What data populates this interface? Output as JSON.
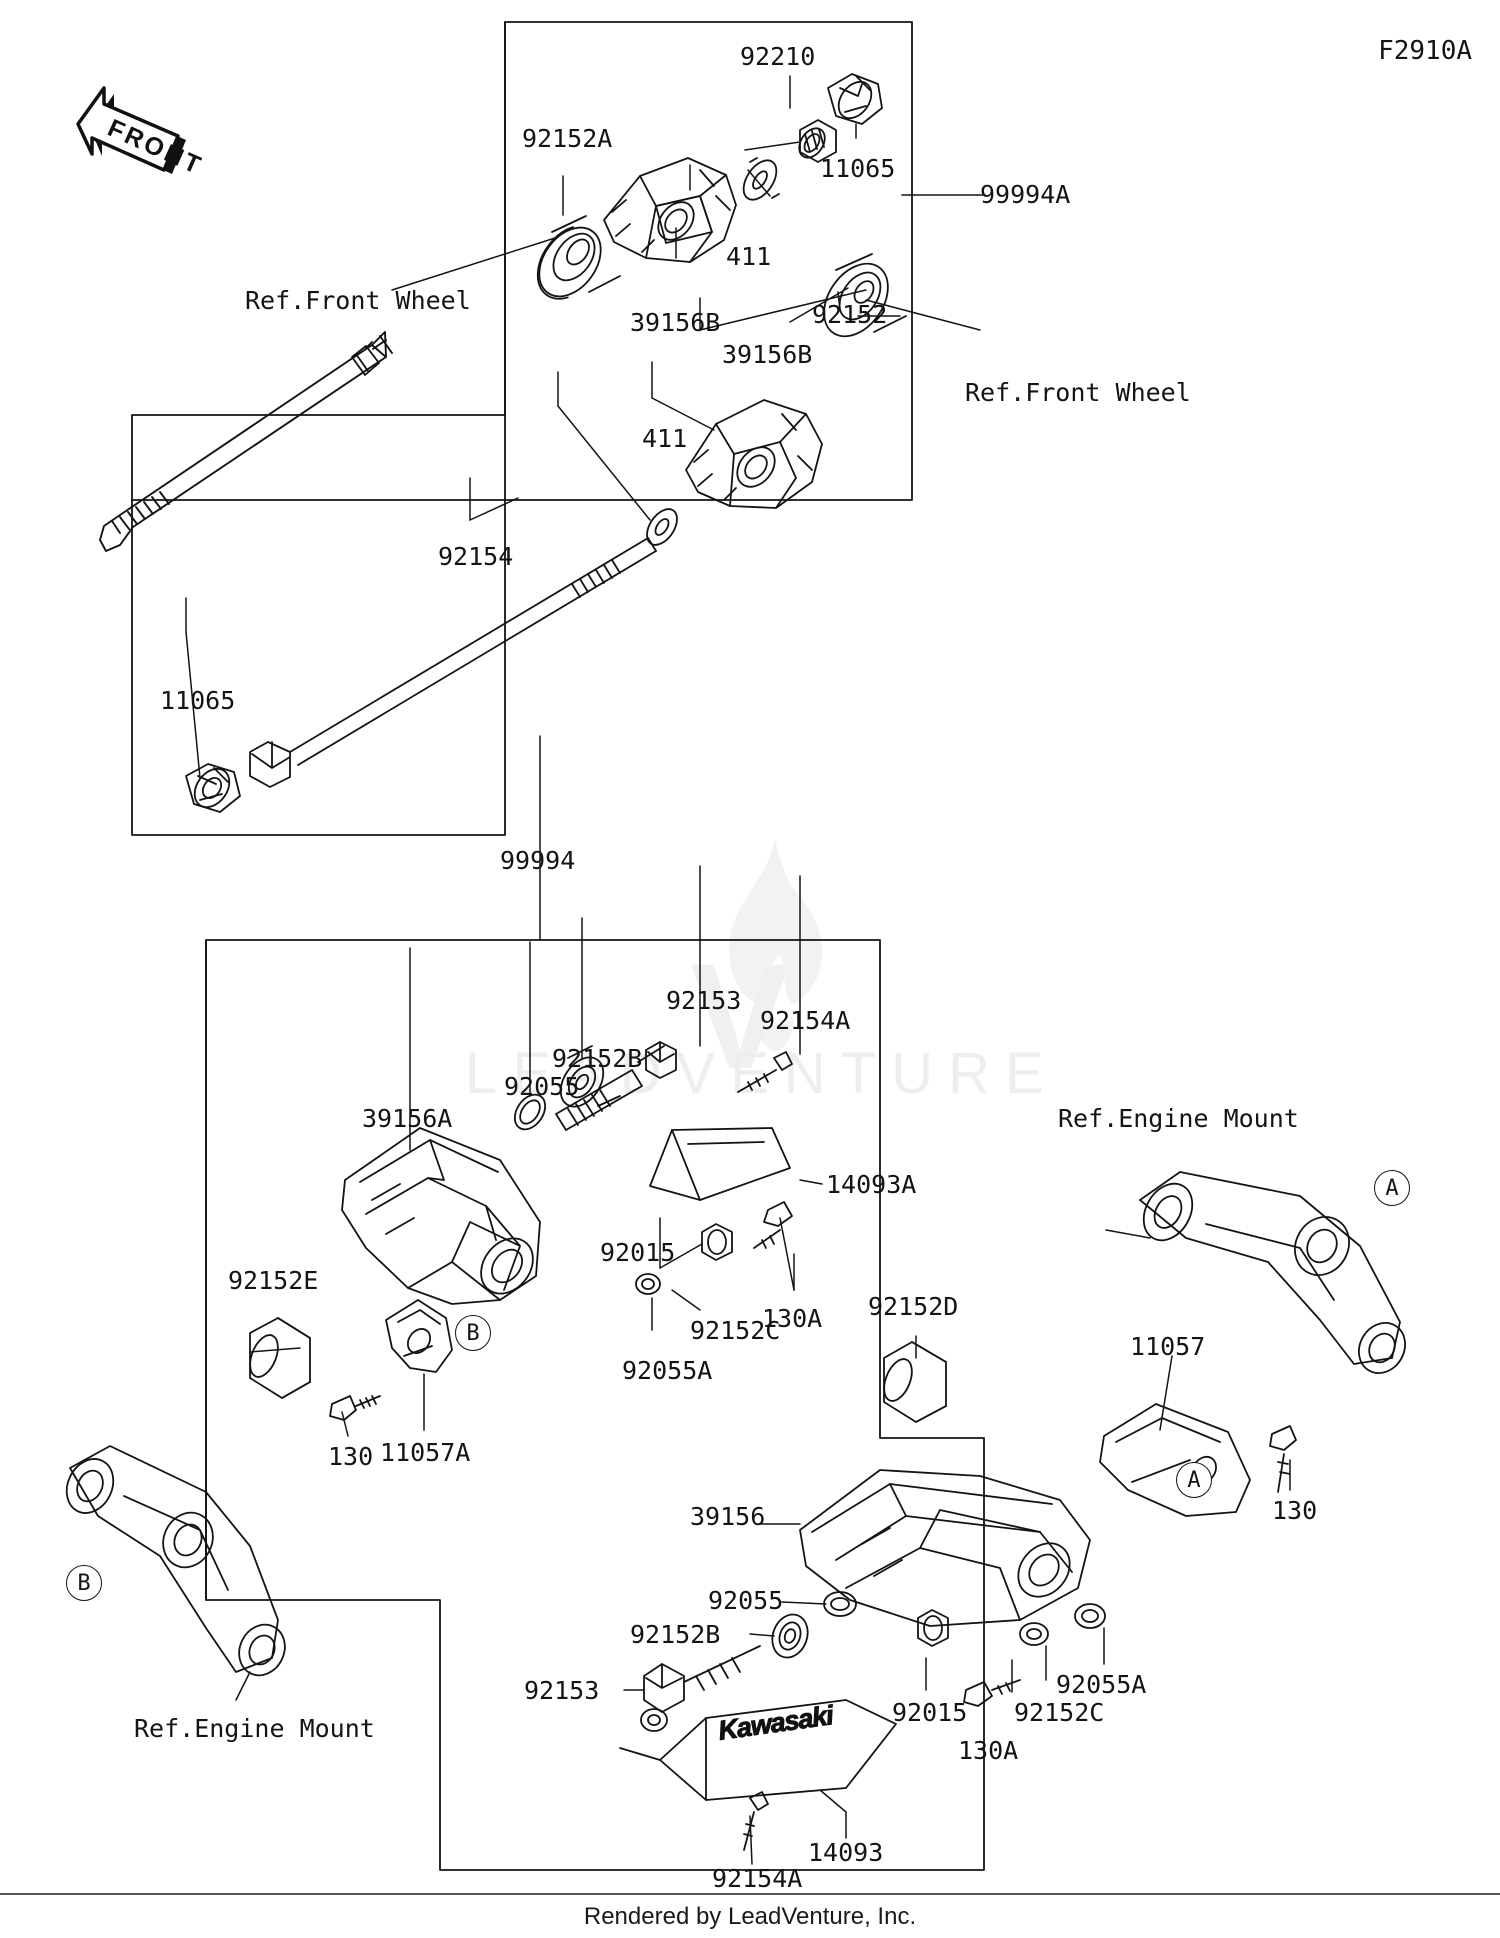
{
  "diagram": {
    "code": "F2910A",
    "front_arrow_label": "FRONT",
    "brand_plate_text": "Kawasaki",
    "watermark_text": "LEADVENTURE"
  },
  "footer": {
    "credit": "Rendered by LeadVenture, Inc."
  },
  "upper_assembly": {
    "assembly_number": "99994A",
    "ref_front_wheel_left": "Ref.Front Wheel",
    "ref_front_wheel_right": "Ref.Front Wheel",
    "parts": [
      {
        "id": "p92152A",
        "number": "92152A"
      },
      {
        "id": "p92210",
        "number": "92210"
      },
      {
        "id": "p11065t",
        "number": "11065"
      },
      {
        "id": "p411t",
        "number": "411"
      },
      {
        "id": "p39156Bt",
        "number": "39156B"
      },
      {
        "id": "p92152",
        "number": "92152"
      },
      {
        "id": "p39156Bb",
        "number": "39156B"
      },
      {
        "id": "p411b",
        "number": "411"
      },
      {
        "id": "p92154",
        "number": "92154"
      },
      {
        "id": "p11065b",
        "number": "11065"
      }
    ]
  },
  "lower_assembly": {
    "assembly_number": "99994",
    "ref_engine_mount_right": "Ref.Engine Mount",
    "ref_engine_mount_left": "Ref.Engine Mount",
    "callout_a_right": "A",
    "callout_b_mid": "B",
    "callout_b_left": "B",
    "callout_a_mid": "A",
    "parts": [
      {
        "id": "p92153u",
        "number": "92153"
      },
      {
        "id": "p92154Au",
        "number": "92154A"
      },
      {
        "id": "p92152Bu",
        "number": "92152B"
      },
      {
        "id": "p92055u",
        "number": "92055"
      },
      {
        "id": "p39156A",
        "number": "39156A"
      },
      {
        "id": "p14093A",
        "number": "14093A"
      },
      {
        "id": "p92015u",
        "number": "92015"
      },
      {
        "id": "p130Au",
        "number": "130A"
      },
      {
        "id": "p92152Cu",
        "number": "92152C"
      },
      {
        "id": "p92055Au",
        "number": "92055A"
      },
      {
        "id": "p92152E",
        "number": "92152E"
      },
      {
        "id": "p92152D",
        "number": "92152D"
      },
      {
        "id": "p11057",
        "number": "11057"
      },
      {
        "id": "p130r",
        "number": "130"
      },
      {
        "id": "p130l",
        "number": "130"
      },
      {
        "id": "p11057A",
        "number": "11057A"
      },
      {
        "id": "p39156",
        "number": "39156"
      },
      {
        "id": "p92055l",
        "number": "92055"
      },
      {
        "id": "p92152Bl",
        "number": "92152B"
      },
      {
        "id": "p92153l",
        "number": "92153"
      },
      {
        "id": "p92015l",
        "number": "92015"
      },
      {
        "id": "p130Al",
        "number": "130A"
      },
      {
        "id": "p92152Cl",
        "number": "92152C"
      },
      {
        "id": "p92055Al",
        "number": "92055A"
      },
      {
        "id": "p14093",
        "number": "14093"
      },
      {
        "id": "p92154Al",
        "number": "92154A"
      }
    ]
  }
}
